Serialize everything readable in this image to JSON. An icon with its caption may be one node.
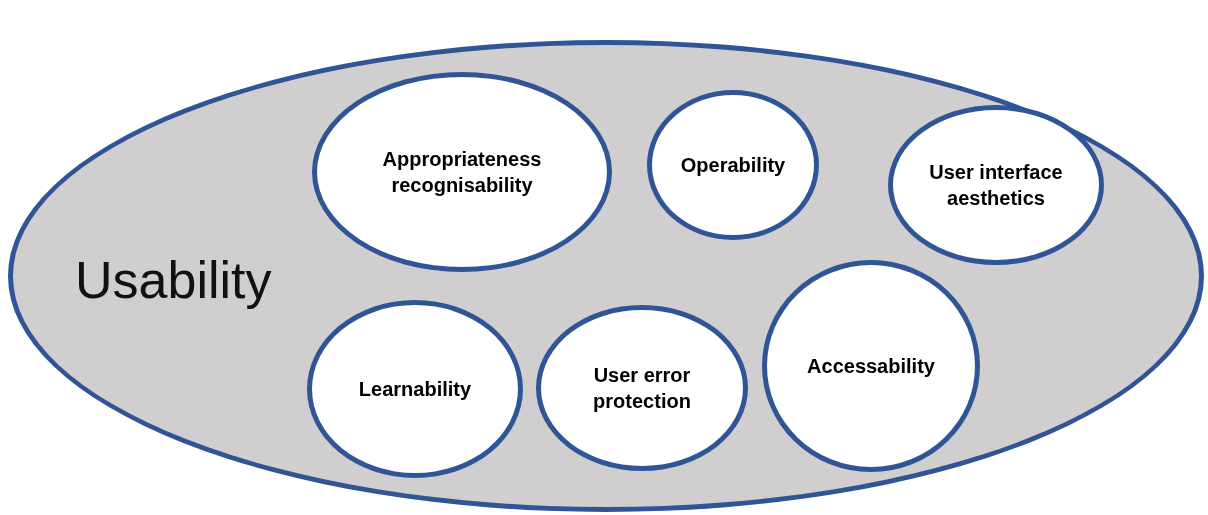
{
  "diagram": {
    "nodes": [
      {
        "text": [
          "Usability"
        ]
      },
      {
        "text": [
          "Appropriateness recognisability"
        ],
        "in": 0
      },
      {
        "text": [
          "Operability"
        ],
        "in": 0
      },
      {
        "text": [
          "User interface aesthetics"
        ],
        "in": 0
      },
      {
        "text": [
          "Learnability"
        ],
        "in": 0
      },
      {
        "text": [
          "User error protection"
        ],
        "in": 0
      },
      {
        "text": [
          "Accessability"
        ],
        "in": 0
      }
    ]
  }
}
